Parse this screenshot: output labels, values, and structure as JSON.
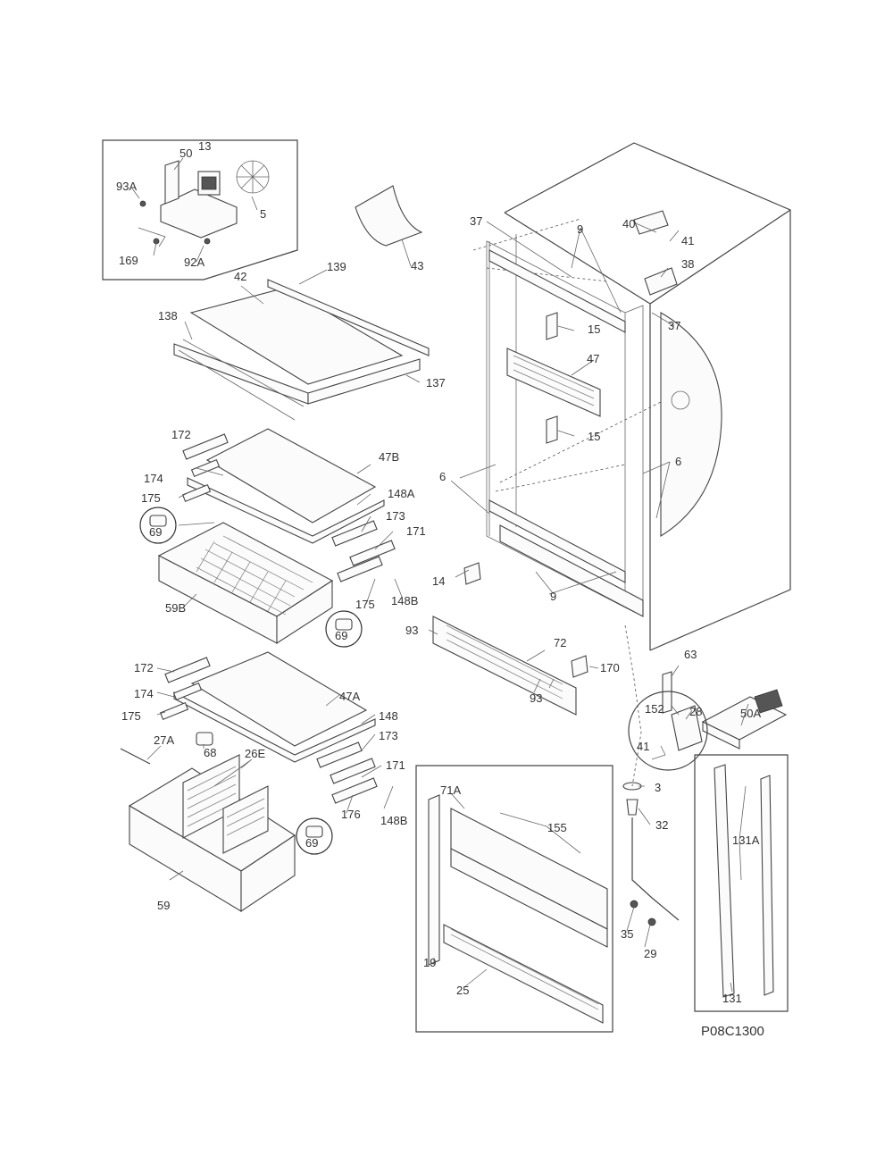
{
  "diagram_code": "P08C1300",
  "labels": {
    "l50": "50",
    "l13": "13",
    "l93A": "93A",
    "l5": "5",
    "l169": "169",
    "l92A": "92A",
    "l43": "43",
    "l139": "139",
    "l42": "42",
    "l138": "138",
    "l137": "137",
    "l37a": "37",
    "l9a": "9",
    "l40": "40",
    "l41a": "41",
    "l38": "38",
    "l37b": "37",
    "l15a": "15",
    "l47": "47",
    "l15b": "15",
    "l6a": "6",
    "l6b": "6",
    "l172a": "172",
    "l47B": "47B",
    "l174a": "174",
    "l175a": "175",
    "l148A": "148A",
    "l173a": "173",
    "l171a": "171",
    "l69a": "69",
    "l59B": "59B",
    "l175b": "175",
    "l148Ba": "148B",
    "l69b": "69",
    "l14": "14",
    "l9b": "9",
    "l93a": "93",
    "l72": "72",
    "l170": "170",
    "l93b": "93",
    "l63": "63",
    "l50A": "50A",
    "l172b": "172",
    "l47A": "47A",
    "l174b": "174",
    "l175c": "175",
    "l148": "148",
    "l173b": "173",
    "l27A": "27A",
    "l68": "68",
    "l26E": "26E",
    "l171b": "171",
    "l176": "176",
    "l148Bb": "148B",
    "l69c": "69",
    "l59": "59",
    "l152": "152",
    "l28": "28",
    "l41b": "41",
    "l3": "3",
    "l32": "32",
    "l71A": "71A",
    "l155": "155",
    "l131A": "131A",
    "l35": "35",
    "l29": "29",
    "l19": "19",
    "l25": "25",
    "l131": "131"
  }
}
